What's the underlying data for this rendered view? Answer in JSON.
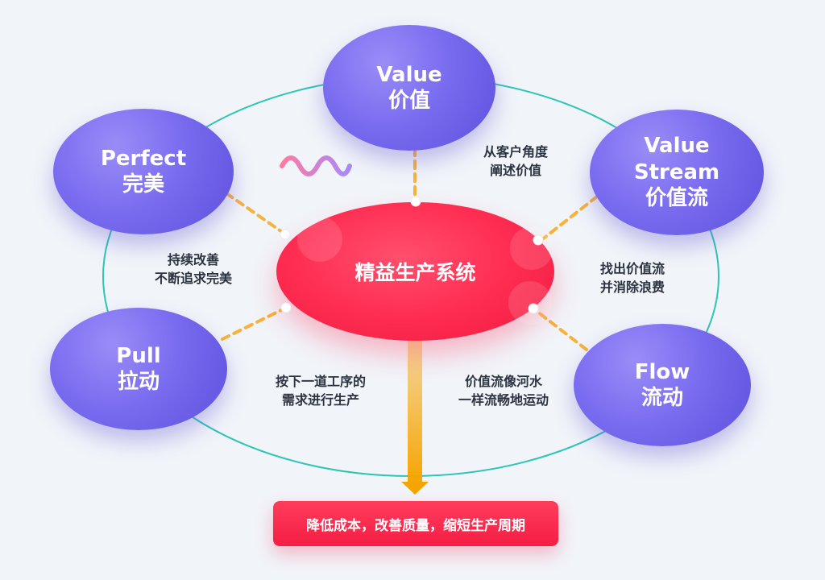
{
  "center": {
    "label": "精益生产系统"
  },
  "nodes": {
    "value": {
      "line1": "Value",
      "line2": "价值"
    },
    "stream": {
      "line1": "Value",
      "line2": "Stream",
      "line3": "价值流"
    },
    "perfect": {
      "line1": "Perfect",
      "line2": "完美"
    },
    "pull": {
      "line1": "Pull",
      "line2": "拉动"
    },
    "flow": {
      "line1": "Flow",
      "line2": "流动"
    }
  },
  "labels": {
    "value": {
      "line1": "从客户角度",
      "line2": "阐述价值"
    },
    "stream": {
      "line1": "找出价值流",
      "line2": "并消除浪费"
    },
    "perfect": {
      "line1": "持续改善",
      "line2": "不断追求完美"
    },
    "pull": {
      "line1": "按下一道工序的",
      "line2": "需求进行生产"
    },
    "flow": {
      "line1": "价值流像河水",
      "line2": "一样流畅地运动"
    }
  },
  "result": {
    "label": "降低成本，改善质量，缩短生产周期"
  },
  "colors": {
    "node": "#7a6cef",
    "center": "#ff2d52",
    "ring": "#2ec4b6",
    "connector": "#f7b23b",
    "arrow": "#f6a400",
    "wave_start": "#ff7aa2",
    "wave_end": "#a78bfa"
  },
  "icons": {
    "decoration": "wave-squiggle-icon"
  }
}
